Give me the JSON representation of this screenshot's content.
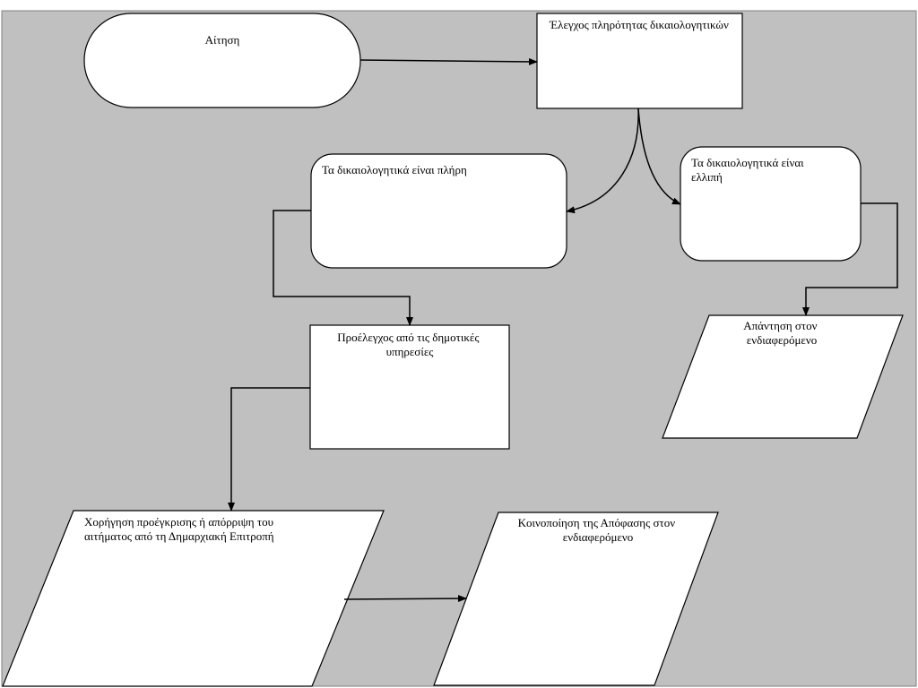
{
  "diagram": {
    "background_color": "#c0c0c0",
    "shape_fill": "#ffffff",
    "line_color": "#000000",
    "nodes": {
      "application": {
        "label": "Αίτηση"
      },
      "completeness_check": {
        "label": "Έλεγχος πληρότητας δικαιολογητικών"
      },
      "documents_complete": {
        "label": "Τα δικαιολογητικά είναι πλήρη"
      },
      "documents_incomplete": {
        "lines": [
          "Τα δικαιολογητικά είναι",
          "ελλιπή"
        ]
      },
      "reply_to_applicant": {
        "lines": [
          "Απάντηση στον",
          "ενδιαφερόμενο"
        ]
      },
      "municipal_precheck": {
        "lines": [
          "Προέλεγχος από τις δημοτικές",
          "υπηρεσίες"
        ]
      },
      "committee_decision": {
        "lines": [
          "Χορήγηση προέγκρισης ή απόρριψη του",
          "αιτήματος από τη Δημαρχιακή Επιτροπή"
        ]
      },
      "decision_notification": {
        "lines": [
          "Κοινοποίηση της Απόφασης στον",
          "ενδιαφερόμενο"
        ]
      }
    }
  }
}
